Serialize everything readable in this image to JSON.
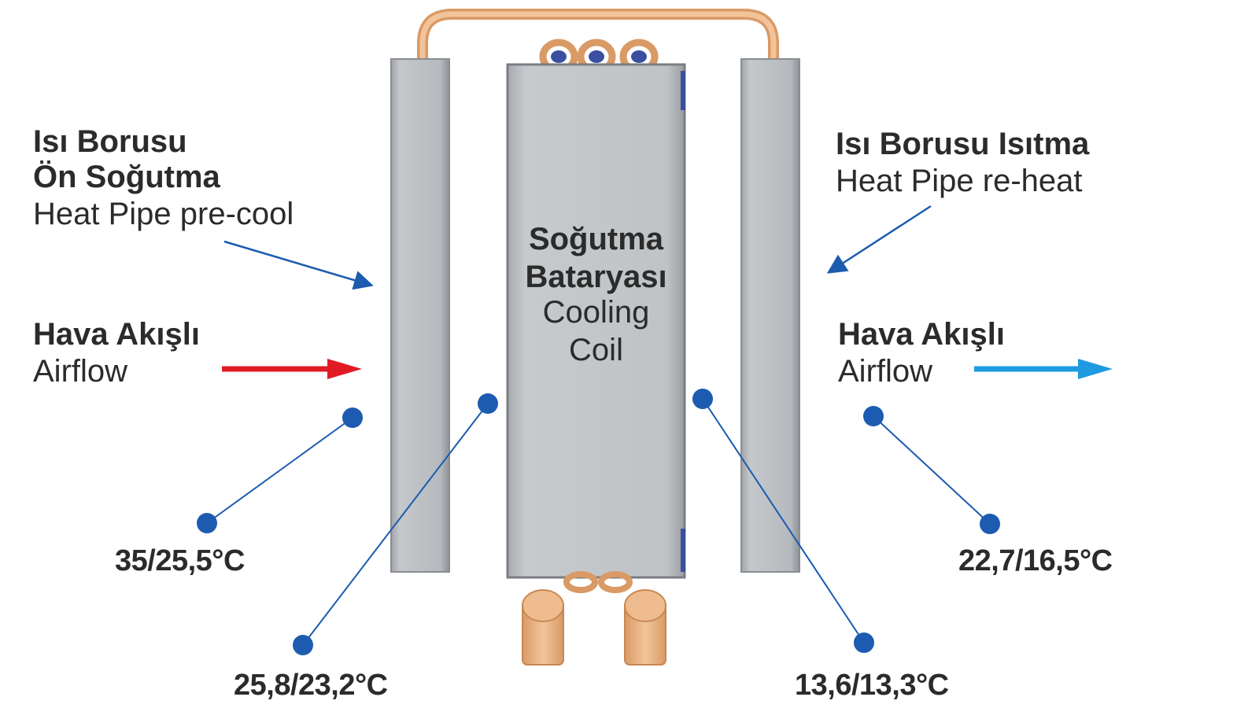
{
  "left_label": {
    "tr_line1": "Isı Borusu",
    "tr_line2": "Ön Soğutma",
    "en": "Heat Pipe pre-cool"
  },
  "right_label": {
    "tr": "Isı Borusu Isıtma",
    "en": "Heat Pipe re-heat"
  },
  "coil_label": {
    "tr_line1": "Soğutma",
    "tr_line2": "Bataryası",
    "en_line1": "Cooling",
    "en_line2": "Coil"
  },
  "airflow_in": {
    "tr": "Hava Akışlı",
    "en": "Airflow"
  },
  "airflow_out": {
    "tr": "Hava Akışlı",
    "en": "Airflow"
  },
  "temperatures": {
    "inlet": "35/25,5°C",
    "after_precool": "25,8/23,2°C",
    "after_coil": "13,6/13,3°C",
    "outlet": "22,7/16,5°C"
  },
  "colors": {
    "panel": "#b9bdc1",
    "coil": "#c0c4c8",
    "copper": "#eebc8e",
    "airflow_in_arrow": "#e01b24",
    "airflow_out_arrow": "#1e9be0",
    "leader_blue": "#1c5bb0",
    "text": "#2b2b2b"
  }
}
